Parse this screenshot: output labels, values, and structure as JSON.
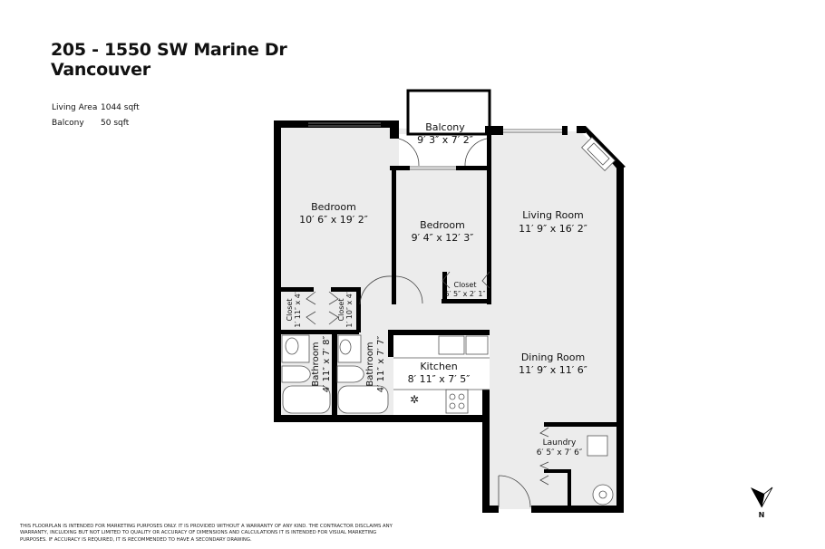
{
  "header": {
    "line1": "205 - 1550 SW Marine Dr",
    "line2": "Vancouver"
  },
  "stats": [
    {
      "label": "Living Area",
      "value": "1044 sqft"
    },
    {
      "label": "Balcony",
      "value": "50 sqft"
    }
  ],
  "rooms": {
    "balcony": {
      "name": "Balcony",
      "dims": "9′ 3″ x 7′ 2″"
    },
    "bedroom1": {
      "name": "Bedroom",
      "dims": "10′ 6″ x 19′ 2″"
    },
    "bedroom2": {
      "name": "Bedroom",
      "dims": "9′ 4″ x 12′ 3″"
    },
    "living": {
      "name": "Living Room",
      "dims": "11′ 9″ x 16′ 2″"
    },
    "closet_b2": {
      "name": "Closet",
      "dims": "5′ 5″ x 2′ 1″"
    },
    "closet1": {
      "name": "Closet",
      "dims": "1′ 11″ x 4′"
    },
    "closet2": {
      "name": "Closet",
      "dims": "1′ 10″ x 4′"
    },
    "bath1": {
      "name": "Bathroom",
      "dims": "4′ 11″ x 7′ 8″"
    },
    "bath2": {
      "name": "Bathroom",
      "dims": "4′ 11″ x 7′ 7″"
    },
    "kitchen": {
      "name": "Kitchen",
      "dims": "8′ 11″ x 7′ 5″"
    },
    "dining": {
      "name": "Dining Room",
      "dims": "11′ 9″ x 11′ 6″"
    },
    "laundry": {
      "name": "Laundry",
      "dims": "6′ 5″ x 7′ 6″"
    }
  },
  "compass": {
    "label": "N"
  },
  "disclaimer": "THIS FLOORPLAN IS INTENDED FOR MARKETING PURPOSES ONLY. IT IS PROVIDED WITHOUT A WARRANTY OF ANY KIND. THE CONTRACTOR DISCLAIMS ANY WARRANTY, INCLUDING BUT NOT LIMITED TO QUALITY OR ACCURACY OF DIMENSIONS AND CALCULATIONS IT IS INTENDED FOR VISUAL MARKETING PURPOSES. IF ACCURACY IS REQUIRED, IT IS RECOMMENDED TO HAVE A SECONDARY DRAWING.",
  "colors": {
    "floor": "#ececec",
    "wall": "#000000"
  }
}
